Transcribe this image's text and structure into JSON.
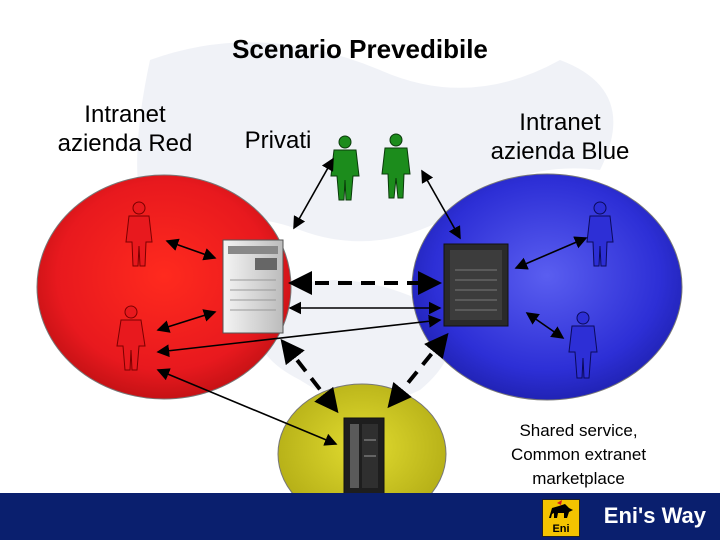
{
  "title": "Scenario Prevedibile",
  "nodes": {
    "red": {
      "label_line1": "Intranet",
      "label_line2": "azienda Red",
      "color": "#e8191e"
    },
    "private": {
      "label": "Privati",
      "color": "#1a8a1a"
    },
    "blue": {
      "label_line1": "Intranet",
      "label_line2": "azienda Blue",
      "color": "#2d2fd6"
    },
    "shared": {
      "label_line1": "Shared service,",
      "label_line2": "Common extranet",
      "label_line3": "marketplace",
      "color": "#c9c31c"
    }
  },
  "people": {
    "red_people_color": "#e8191e",
    "private_people_color": "#1c8c1c",
    "blue_people_color": "#2d2fd6"
  },
  "footer": {
    "brand_text": "Eni's Way",
    "logo_text": "Eni",
    "background": "#0a1f6e",
    "logo_color": "#f4c400"
  }
}
